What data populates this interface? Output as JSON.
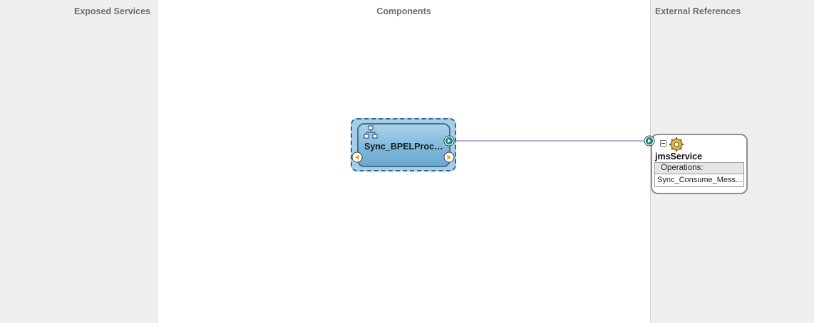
{
  "lanes": {
    "exposed_services": "Exposed Services",
    "components": "Components",
    "external_references": "External References"
  },
  "component": {
    "name": "Sync_BPELProce...",
    "icon": "bpel-process-icon"
  },
  "reference": {
    "name": "jmsService",
    "icon": "adapter-gear-icon",
    "operations_header": "Operations:",
    "operations": [
      "Sync_Consume_Mess..."
    ]
  },
  "colors": {
    "component_fill": "#7fb8dc",
    "selection_border": "#2d6aa5",
    "service_port": "#0f8a8a",
    "reference_port": "#f0a000",
    "wire": "#b3b3d0"
  }
}
